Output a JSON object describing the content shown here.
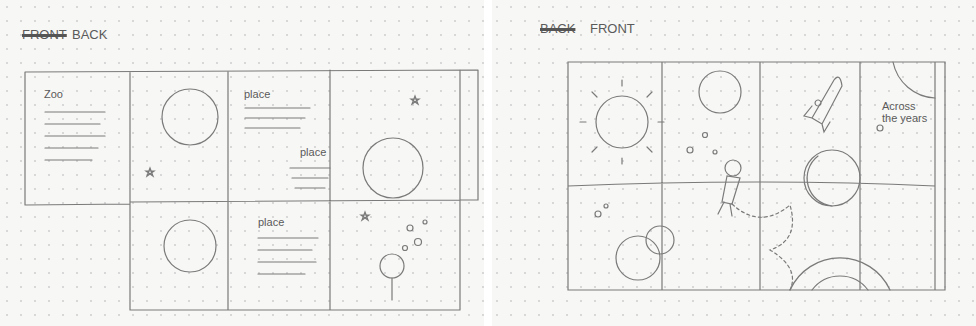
{
  "diagram": {
    "labels": [
      "FRONT",
      "BACK",
      "Zoo",
      "place",
      "place",
      "place",
      "BACK",
      "FRONT",
      "Across the years"
    ]
  }
}
